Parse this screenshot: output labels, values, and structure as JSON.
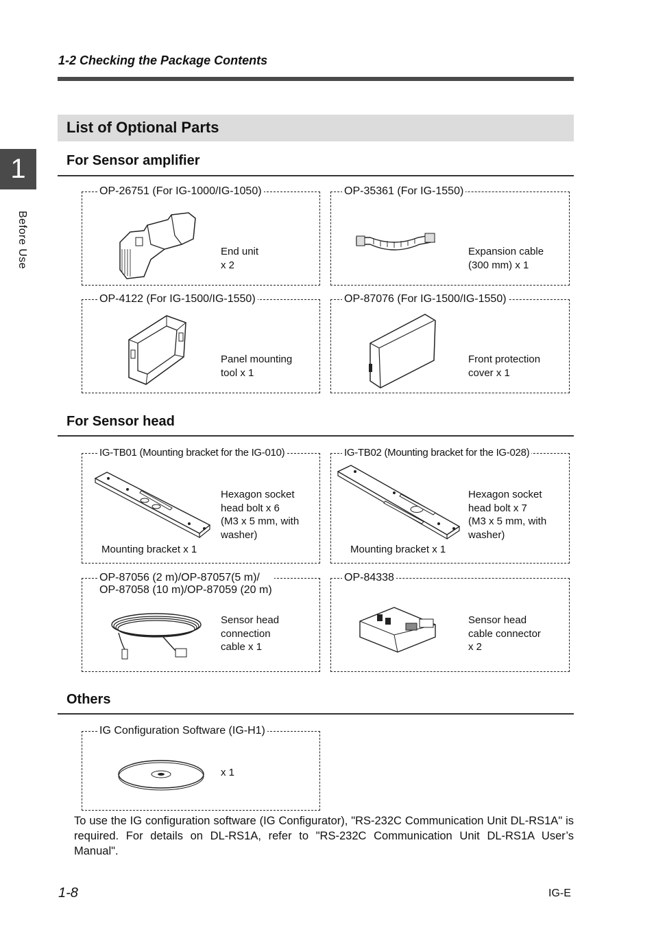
{
  "header": {
    "running_head": "1-2  Checking the Package Contents"
  },
  "side_tab": {
    "chapter_number": "1",
    "label": "Before Use"
  },
  "section_title": "List of Optional Parts",
  "amplifier": {
    "heading": "For Sensor amplifier",
    "items": [
      {
        "title": "OP-26751 (For IG-1000/IG-1050)",
        "caption_lines": [
          "End unit",
          "x 2"
        ],
        "icon": "end-unit-icon"
      },
      {
        "title": "OP-35361 (For IG-1550)",
        "caption_lines": [
          "Expansion cable",
          "(300 mm) x 1"
        ],
        "icon": "expansion-cable-icon"
      },
      {
        "title": "OP-4122 (For IG-1500/IG-1550)",
        "caption_lines": [
          "Panel mounting",
          "tool x 1"
        ],
        "icon": "panel-mounting-tool-icon"
      },
      {
        "title": "OP-87076 (For IG-1500/IG-1550)",
        "caption_lines": [
          "Front protection",
          "cover x 1"
        ],
        "icon": "front-cover-icon"
      }
    ]
  },
  "head": {
    "heading": "For Sensor head",
    "items": [
      {
        "title": "IG-TB01 (Mounting bracket for the IG-010)",
        "caption_lines": [
          "Hexagon socket",
          "head bolt x 6",
          "(M3 x 5 mm, with",
          "washer)"
        ],
        "sub_caption": "Mounting bracket x 1",
        "icon": "mounting-bracket-icon"
      },
      {
        "title": "IG-TB02 (Mounting bracket for the IG-028)",
        "caption_lines": [
          "Hexagon socket",
          "head bolt x 7",
          "(M3 x 5 mm, with",
          "washer)"
        ],
        "sub_caption": "Mounting bracket x 1",
        "icon": "mounting-bracket-icon"
      },
      {
        "title_lines": [
          "OP-87056 (2 m)/OP-87057(5 m)/",
          "OP-87058 (10 m)/OP-87059 (20 m)"
        ],
        "caption_lines": [
          "Sensor head",
          "connection",
          "cable x 1"
        ],
        "icon": "coiled-cable-icon"
      },
      {
        "title": "OP-84338",
        "caption_lines": [
          "Sensor head",
          "cable connector",
          "x 2"
        ],
        "icon": "connector-icon"
      }
    ]
  },
  "others": {
    "heading": "Others",
    "items": [
      {
        "title": "IG Configuration Software (IG-H1)",
        "caption_lines": [
          "x 1"
        ],
        "icon": "cd-disc-icon"
      }
    ],
    "note": "To use the IG configuration software (IG Configurator), \"RS-232C Communication Unit DL-RS1A\" is required. For details on DL-RS1A, refer to \"RS-232C Communication Unit DL-RS1A User’s Manual\"."
  },
  "footer": {
    "page_number": "1-8",
    "doc_code": "IG-E"
  }
}
